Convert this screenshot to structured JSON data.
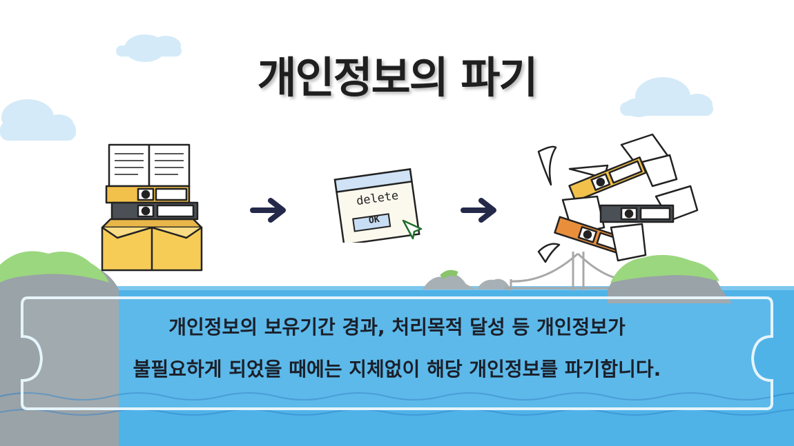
{
  "title": "개인정보의 파기",
  "description": {
    "line1": "개인정보의 보유기간 경과, 처리목적 달성 등 개인정보가",
    "line2": "불필요하게 되었을 때에는 지체없이 해당 개인정보를 파기합니다."
  },
  "dialog": {
    "text": "delete",
    "button": "OK"
  },
  "colors": {
    "sea": "#4fb3e8",
    "sky_cloud": "#d4eaf8",
    "hill_green": "#9bd77e",
    "rock_gray": "#9aa3a8",
    "box_yellow": "#f6cc57",
    "binder_yellow": "#f2c14b",
    "binder_orange": "#e98f3c",
    "binder_gray": "#4b4f56",
    "arrow": "#24294a",
    "title_text": "#1f1f1f"
  },
  "icons": [
    "document-stack-icon",
    "arrow-right-icon",
    "delete-dialog-icon",
    "cursor-icon",
    "shredded-files-icon",
    "cloud-icon",
    "bridge-icon"
  ]
}
